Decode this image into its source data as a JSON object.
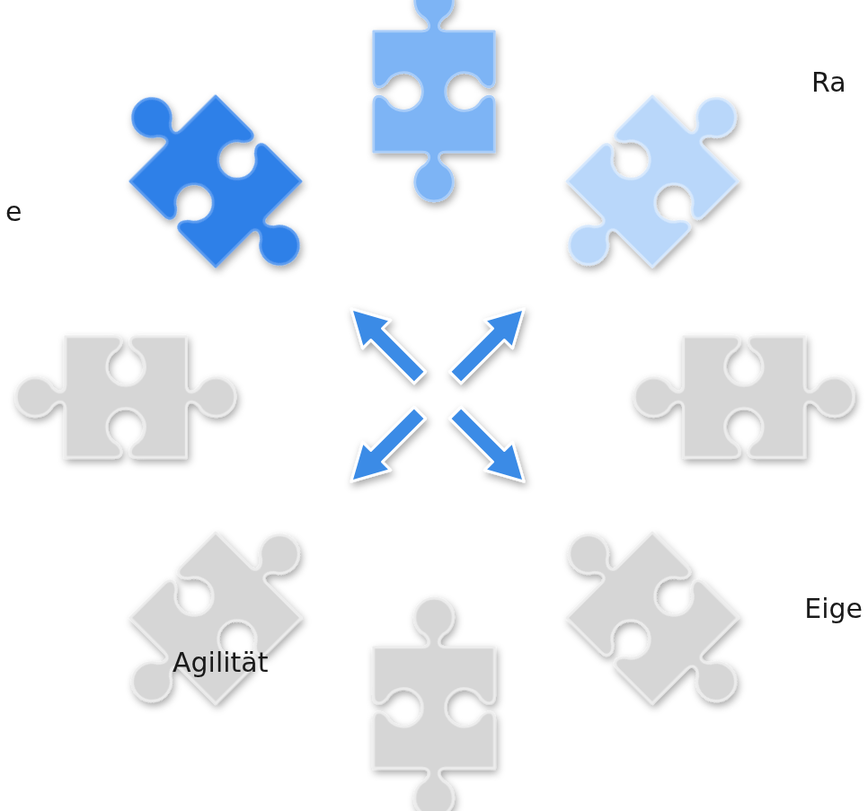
{
  "diagram": {
    "labels": [
      "Ra",
      "e",
      "Eige",
      "Agilität"
    ]
  }
}
